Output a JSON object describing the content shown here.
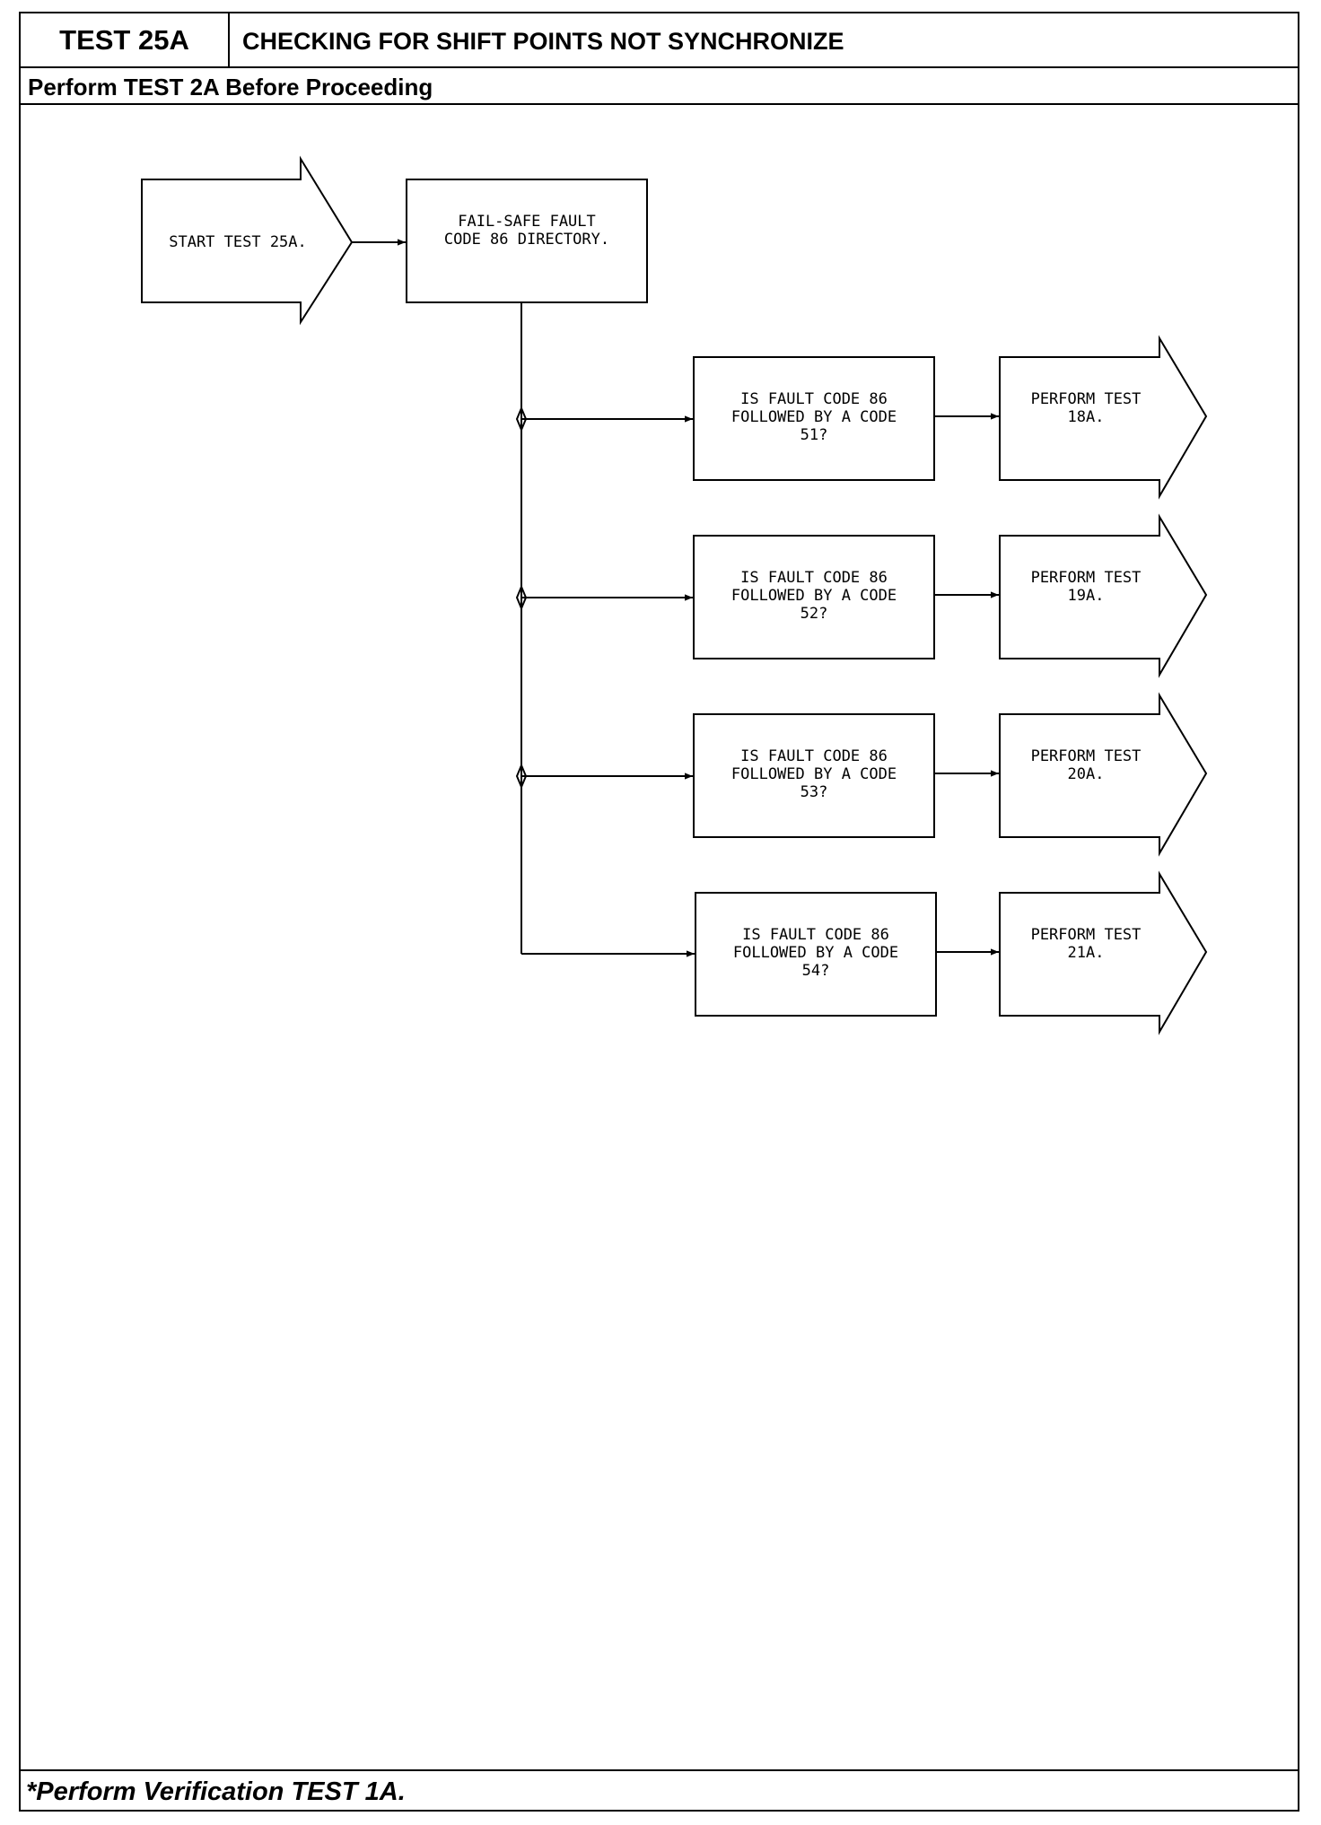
{
  "header": {
    "test_id": "TEST 25A",
    "title": "CHECKING FOR SHIFT POINTS NOT SYNCHRONIZE",
    "prerequisite": "Perform TEST 2A Before Proceeding"
  },
  "footer": {
    "note": "*Perform Verification TEST 1A."
  },
  "diagram": {
    "start": {
      "label": "START TEST 25A."
    },
    "directory": {
      "line1": "FAIL-SAFE FAULT",
      "line2": "CODE 86 DIRECTORY."
    },
    "branches": [
      {
        "q1": "IS FAULT CODE 86",
        "q2": "FOLLOWED BY A CODE",
        "q3": "51?",
        "a1": "PERFORM TEST",
        "a2": "18A."
      },
      {
        "q1": "IS FAULT CODE 86",
        "q2": "FOLLOWED BY A CODE",
        "q3": "52?",
        "a1": "PERFORM TEST",
        "a2": "19A."
      },
      {
        "q1": "IS FAULT CODE 86",
        "q2": "FOLLOWED BY A CODE",
        "q3": "53?",
        "a1": "PERFORM TEST",
        "a2": "20A."
      },
      {
        "q1": "IS FAULT CODE 86",
        "q2": "FOLLOWED BY A CODE",
        "q3": "54?",
        "a1": "PERFORM TEST",
        "a2": "21A."
      }
    ]
  }
}
